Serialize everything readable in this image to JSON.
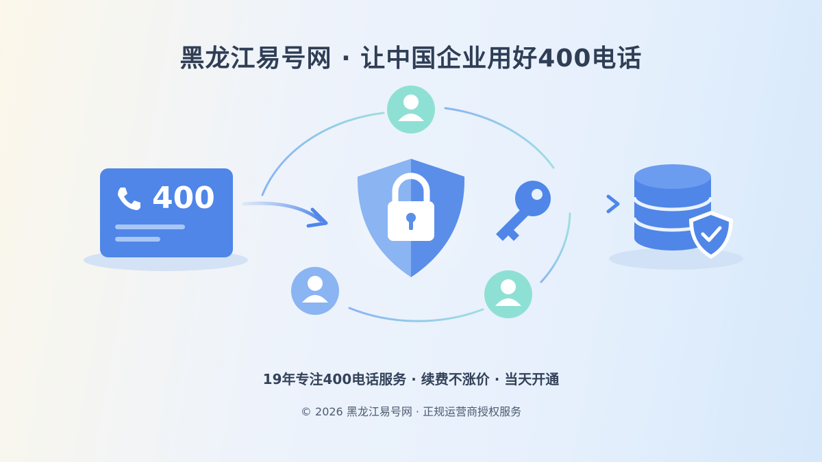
{
  "header": {
    "title": "黑龙江易号网 · 让中国企业用好400电话"
  },
  "illustration": {
    "card_number": "400",
    "icons": [
      "phone-icon",
      "arrow-icon",
      "shield-lock-icon",
      "key-icon",
      "user-icon",
      "database-icon",
      "shield-check-icon"
    ],
    "colors": {
      "primary_blue": "#4f86e8",
      "light_blue": "#8ab4f2",
      "mint": "#8fe0d4",
      "text_dark": "#2f3e55"
    }
  },
  "footer": {
    "tagline": "19年专注400电话服务 · 续费不涨价 · 当天开通",
    "copyright": "© 2026 黑龙江易号网 · 正规运营商授权服务"
  }
}
